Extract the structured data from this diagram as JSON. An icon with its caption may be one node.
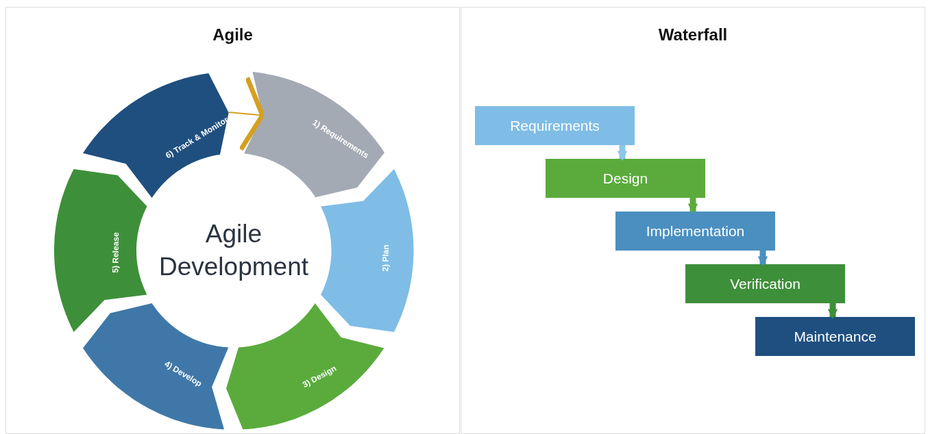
{
  "diagram": {
    "nodes": [
      {
        "text": [
          "Agile"
        ]
      },
      {
        "text": [
          "1) Requirements"
        ],
        "in": 0
      },
      {
        "text": [
          "2) Plan"
        ],
        "in": 0
      },
      {
        "text": [
          "3) Design"
        ],
        "in": 0
      },
      {
        "text": [
          "4) Develop"
        ],
        "in": 0
      },
      {
        "text": [
          "5) Release"
        ],
        "in": 0
      },
      {
        "text": [
          "6) Track & Monitor"
        ],
        "in": 0
      },
      {
        "text": [
          "Waterfall"
        ]
      },
      {
        "text": [
          "Requirements"
        ],
        "in": 7
      },
      {
        "text": [
          "Design"
        ],
        "in": 7
      },
      {
        "text": [
          "Implementation"
        ],
        "in": 7
      },
      {
        "text": [
          "Verification"
        ],
        "in": 7
      },
      {
        "text": [
          "Maintenance"
        ],
        "in": 7
      }
    ],
    "edges": [
      {
        "from": 6,
        "to": 1,
        "arrow": "to",
        "color": "#d4a021"
      },
      {
        "from": 8,
        "to": 9,
        "arrow": "to",
        "color": "#8ec6ea"
      },
      {
        "from": 9,
        "to": 10,
        "arrow": "to",
        "color": "#5aab3c"
      },
      {
        "from": 10,
        "to": 11,
        "arrow": "to",
        "color": "#4a8fc0"
      },
      {
        "from": 11,
        "to": 12,
        "arrow": "to",
        "color": "#3e8f3a"
      }
    ],
    "labels": [
      "Agile Development"
    ]
  }
}
